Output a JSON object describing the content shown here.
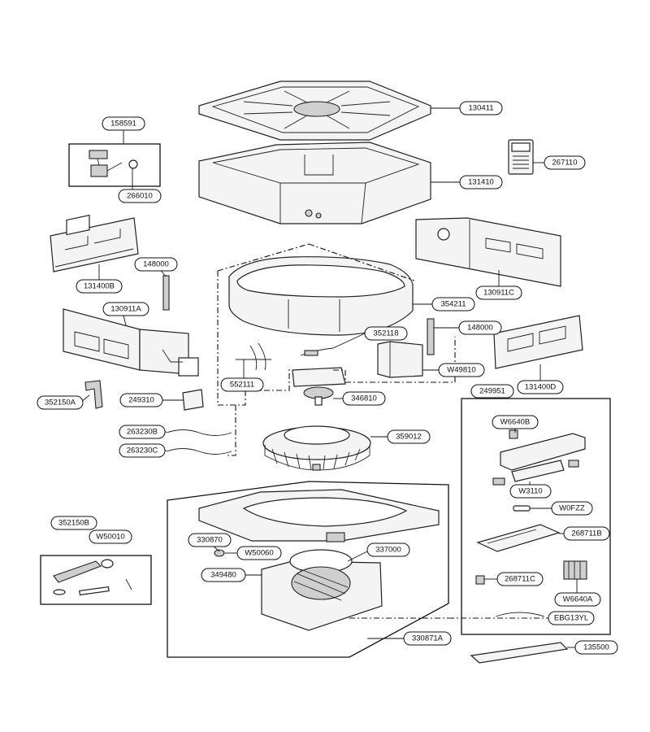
{
  "labels": [
    {
      "id": "130411",
      "text": "130411"
    },
    {
      "id": "158591",
      "text": "158591"
    },
    {
      "id": "267110",
      "text": "267110"
    },
    {
      "id": "131410",
      "text": "131410"
    },
    {
      "id": "266010",
      "text": "266010"
    },
    {
      "id": "131400B",
      "text": "131400B"
    },
    {
      "id": "148000a",
      "text": "148000"
    },
    {
      "id": "130911C",
      "text": "130911C"
    },
    {
      "id": "130911A",
      "text": "130911A"
    },
    {
      "id": "354211",
      "text": "354211"
    },
    {
      "id": "352118",
      "text": "352118"
    },
    {
      "id": "148000b",
      "text": "148000"
    },
    {
      "id": "W49810",
      "text": "W49810"
    },
    {
      "id": "131400D",
      "text": "131400D"
    },
    {
      "id": "552111",
      "text": "552111"
    },
    {
      "id": "352150A",
      "text": "352150A"
    },
    {
      "id": "249310",
      "text": "249310"
    },
    {
      "id": "346810",
      "text": "346810"
    },
    {
      "id": "249951",
      "text": "249951"
    },
    {
      "id": "W6640B",
      "text": "W6640B"
    },
    {
      "id": "263230B",
      "text": "263230B"
    },
    {
      "id": "359012",
      "text": "359012"
    },
    {
      "id": "263230C",
      "text": "263230C"
    },
    {
      "id": "W3110",
      "text": "W3110"
    },
    {
      "id": "W0FZZ",
      "text": "W0FZZ"
    },
    {
      "id": "352150B",
      "text": "352150B"
    },
    {
      "id": "W50010",
      "text": "W50010"
    },
    {
      "id": "268711B",
      "text": "268711B"
    },
    {
      "id": "330870",
      "text": "330870"
    },
    {
      "id": "W50060",
      "text": "W50060"
    },
    {
      "id": "337000",
      "text": "337000"
    },
    {
      "id": "349480",
      "text": "349480"
    },
    {
      "id": "268711C",
      "text": "268711C"
    },
    {
      "id": "W6640A",
      "text": "W6640A"
    },
    {
      "id": "EBG13YL",
      "text": "EBG13YL"
    },
    {
      "id": "330871A",
      "text": "330871A"
    },
    {
      "id": "135500",
      "text": "135500"
    }
  ]
}
